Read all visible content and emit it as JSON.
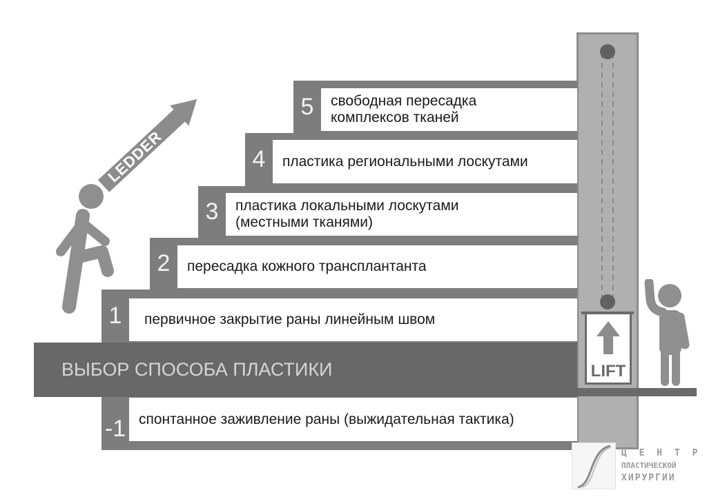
{
  "colors": {
    "step": "#7d7d7d",
    "banner": "#686868",
    "shaft": "#b0b0b0",
    "figure": "#8f8f8f",
    "dark": "#6a6a6a"
  },
  "steps": [
    {
      "number": "5",
      "line1": "свободная пересадка",
      "line2": "комплексов тканей"
    },
    {
      "number": "4",
      "line1": "пластика региональными лоскутами",
      "line2": ""
    },
    {
      "number": "3",
      "line1": "пластика локальными лоскутами",
      "line2": "(местными тканями)"
    },
    {
      "number": "2",
      "line1": "пересадка кожного трансплантанта",
      "line2": ""
    },
    {
      "number": "1",
      "line1": "первичное закрытие раны линейным швом",
      "line2": ""
    }
  ],
  "banner": {
    "label": "ВЫБОР СПОСОБА ПЛАСТИКИ"
  },
  "below": {
    "number": "-1",
    "label": "спонтанное заживление раны (выжидательная тактика)"
  },
  "ladder_arrow": {
    "label": "LEDDER",
    "icon": "arrow-up-right-icon"
  },
  "lift": {
    "label": "LIFT",
    "icon": "arrow-up-icon"
  },
  "logo": {
    "line1": "Ц Е Н Т Р",
    "line2": "ПЛАСТИЧЕСКОЙ",
    "line3": "ХИРУРГИИ"
  }
}
